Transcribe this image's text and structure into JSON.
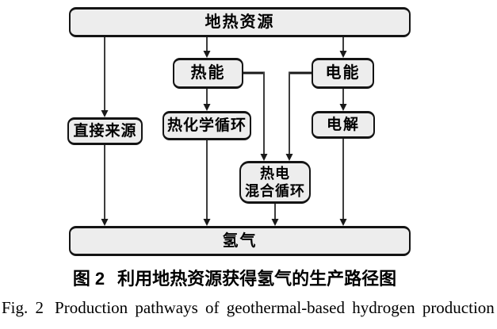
{
  "figure": {
    "nodes": {
      "geothermal": {
        "label": "地热资源"
      },
      "thermal": {
        "label": "热能"
      },
      "electric": {
        "label": "电能"
      },
      "direct": {
        "label": "直接来源"
      },
      "thermochemical": {
        "label": "热化学循环"
      },
      "electrolysis": {
        "label": "电解"
      },
      "hybrid": {
        "label_line1": "热电",
        "label_line2": "混合循环"
      },
      "hydrogen": {
        "label": "氢气"
      }
    },
    "edges": [
      {
        "from": "geothermal",
        "to": "direct"
      },
      {
        "from": "geothermal",
        "to": "thermal"
      },
      {
        "from": "geothermal",
        "to": "electric"
      },
      {
        "from": "thermal",
        "to": "thermochemical"
      },
      {
        "from": "thermal",
        "to": "hybrid"
      },
      {
        "from": "electric",
        "to": "electrolysis"
      },
      {
        "from": "electric",
        "to": "hybrid"
      },
      {
        "from": "direct",
        "to": "hydrogen"
      },
      {
        "from": "thermochemical",
        "to": "hydrogen"
      },
      {
        "from": "hybrid",
        "to": "hydrogen"
      },
      {
        "from": "electrolysis",
        "to": "hydrogen"
      }
    ],
    "colors": {
      "box_fill": "#ededed",
      "box_border": "#141414",
      "line": "#3d3d3d",
      "background": "#ffffff"
    },
    "caption_cn": {
      "prefix": "图 2",
      "text": "利用地热资源获得氢气的生产路径图"
    },
    "caption_en": {
      "prefix": "Fig. 2",
      "text": "Production pathways of geothermal-based hydrogen production"
    }
  }
}
